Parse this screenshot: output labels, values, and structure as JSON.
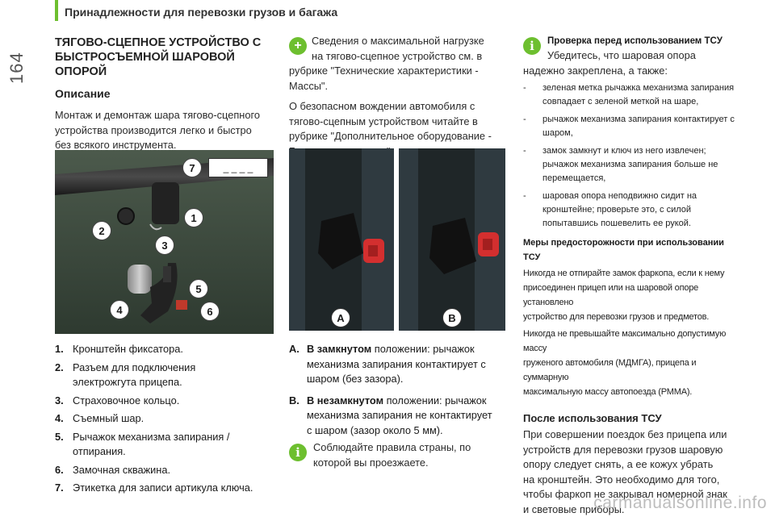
{
  "header": {
    "title": "Принадлежности для перевозки грузов и багажа",
    "page_number": "164"
  },
  "col1": {
    "title_line1": "ТЯГОВО-СЦЕПНОЕ УСТРОЙСТВО С",
    "title_line2": "БЫСТРОСЪЕМНОЙ ШАРОВОЙ ОПОРОЙ",
    "subtitle": "Описание",
    "intro": [
      "Монтаж и демонтаж шара тягово-сцепного",
      "устройства производится легко и быстро",
      "без всякого инструмента."
    ],
    "figure": {
      "callouts": [
        "1",
        "2",
        "3",
        "4",
        "5",
        "6",
        "7"
      ],
      "label_placeholder": "_ _ _ _"
    },
    "items": [
      {
        "num": "1.",
        "text": [
          "Кронштейн фиксатора."
        ]
      },
      {
        "num": "2.",
        "text": [
          "Разъем для подключения",
          "электрожгута прицепа."
        ]
      },
      {
        "num": "3.",
        "text": [
          "Страховочное кольцо."
        ]
      },
      {
        "num": "4.",
        "text": [
          "Съемный шар."
        ]
      },
      {
        "num": "5.",
        "text": [
          "Рычажок механизма запирания /",
          "отпирания."
        ]
      },
      {
        "num": "6.",
        "text": [
          "Замочная скважина."
        ]
      },
      {
        "num": "7.",
        "text": [
          "Этикетка для записи артикула ключа."
        ]
      }
    ]
  },
  "col2": {
    "plus_note": [
      "Сведения о максимальной нагрузке",
      "на тягово-сцепное устройство см. в",
      "рубрике \"Технические характеристики -",
      "Массы\"."
    ],
    "safety": [
      "О безопасном вождении автомобиля с",
      "тягово-сцепным устройством читайте в",
      "рубрике \"Дополнительное оборудование -",
      "Буксировка прицепа\"."
    ],
    "photo_labels": [
      "A",
      "B"
    ],
    "states": [
      {
        "letter": "A.",
        "bold": "В замкнутом",
        "rest": " положении: рычажок",
        "lines": [
          "механизма запирания контактирует с",
          "шаром (без зазора)."
        ]
      },
      {
        "letter": "B.",
        "bold": "В незамкнутом",
        "rest": " положении: рычажок",
        "lines": [
          "механизма запирания не контактирует",
          "с шаром (зазор около 5 мм)."
        ]
      }
    ],
    "info_note": [
      "Соблюдайте правила страны, по",
      "которой вы проезжаете."
    ]
  },
  "col3": {
    "check_title": "Проверка перед использованием ТСУ",
    "check_intro": [
      "Убедитесь, что шаровая опора",
      "надежно закреплена, а также:"
    ],
    "checks": [
      [
        "зеленая метка рычажка механизма запирания",
        "совпадает с зеленой меткой на шаре,"
      ],
      [
        "рычажок механизма запирания контактирует с",
        "шаром,"
      ],
      [
        "замок замкнут и ключ из него извлечен;",
        "рычажок механизма запирания больше не",
        "перемещается,"
      ],
      [
        "шаровая опора неподвижно сидит на",
        "кронштейне; проверьте это, с силой",
        "попытавшись пошевелить ее рукой."
      ]
    ],
    "precautions_title": "Меры предосторожности при использовании ТСУ",
    "precautions1": [
      "Никогда не отпирайте замок фаркопа, если к нему",
      "присоединен прицеп или на шаровой опоре установлено",
      "устройство для перевозки грузов и предметов."
    ],
    "precautions2": [
      "Никогда не превышайте максимально допустимую массу",
      "груженого автомобиля (МДМГА), прицепа и суммарную",
      "максимальную массу автопоезда (РММА)."
    ],
    "after_title": "После использования ТСУ",
    "after_text": [
      "При совершении поездок без прицепа или",
      "устройств для перевозки грузов шаровую",
      "опору следует снять, а ее кожух убрать",
      "на кронштейн. Это необходимо для того,",
      "чтобы фаркоп не закрывал номерной знак",
      "и световые приборы."
    ]
  },
  "watermark": "carmanualsonline.info"
}
